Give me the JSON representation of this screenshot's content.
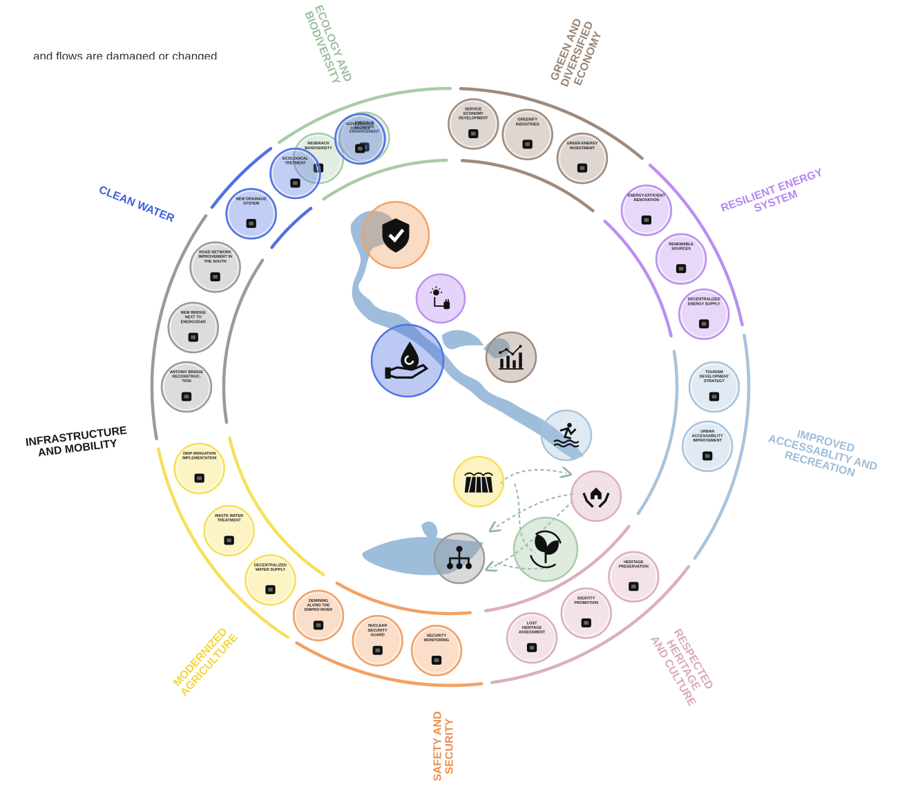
{
  "top_text": "and flows are damaged or changed",
  "categories": [
    {
      "id": "ecology",
      "lines": [
        "ECOLOGY AND",
        "BIODIVERSITY"
      ],
      "color": "#a9cba9",
      "label_color": "#9fbe9f",
      "items": [
        {
          "lines": [
            "RESERACH",
            "BIODIVERSITY"
          ],
          "icon": "magnifier-leaf-icon"
        },
        {
          "lines": [
            "EMERALD",
            "NETWORK",
            "ENHANCEMENT"
          ],
          "icon": "shield-leaf-icon"
        }
      ]
    },
    {
      "id": "economy",
      "lines": [
        "GREEN AND",
        "DIVERSIFIED",
        "ECONOMY"
      ],
      "color": "#a08a7c",
      "label_color": "#9a8474",
      "items": [
        {
          "lines": [
            "SERVICE",
            "ECONOMY",
            "DEVELOPMENT"
          ],
          "icon": "dollar-network-icon"
        },
        {
          "lines": [
            "GREENIFY",
            "INDUSTRIES"
          ],
          "icon": "factory-leaf-icon"
        },
        {
          "lines": [
            "GREEN ENERGY",
            "INVESTMENT"
          ],
          "icon": "coin-cycle-icon"
        }
      ]
    },
    {
      "id": "energy",
      "lines": [
        "RESILIENT ENERGY",
        "SYSTEM"
      ],
      "color": "#bb8ff0",
      "label_color": "#b587f0",
      "items": [
        {
          "lines": [
            "ENERGY-EFFICIENT",
            "RENOVATION"
          ],
          "icon": "house-cycle-icon"
        },
        {
          "lines": [
            "RENEWABLE",
            "SOURCES"
          ],
          "icon": "plug-bolt-icon"
        },
        {
          "lines": [
            "DECENTRALIZED",
            "ENERGY SUPPLY"
          ],
          "icon": "node-network-icon"
        }
      ]
    },
    {
      "id": "access",
      "lines": [
        "IMPROVED",
        "ACCESSABLITY AND",
        "RECREATION"
      ],
      "color": "#a8c4dc",
      "label_color": "#9ebcd8",
      "items": [
        {
          "lines": [
            "TOURISM",
            "DEVELOPMENT",
            "STRATEGY"
          ],
          "icon": "tag-icon"
        },
        {
          "lines": [
            "URBAN",
            "ACCESSABILITY",
            "IMPROVEMENT"
          ],
          "icon": "path-icon"
        }
      ]
    },
    {
      "id": "heritage",
      "lines": [
        "RESPECTED",
        "HERITAGE",
        "AND CULTURE"
      ],
      "color": "#dcaec0",
      "label_color": "#d9a9bd",
      "items": [
        {
          "lines": [
            "HERITAGE",
            "PRESERVATION"
          ],
          "icon": "building-cycle-icon"
        },
        {
          "lines": [
            "IDENTITY",
            "PROMOTION"
          ],
          "icon": "person-tree-icon"
        },
        {
          "lines": [
            "LOST",
            "HERITAGE",
            "ASSESSMENT"
          ],
          "icon": "clock-icon"
        }
      ]
    },
    {
      "id": "safety",
      "lines": [
        "SAFETY AND",
        "SECURITY"
      ],
      "color": "#f3a064",
      "label_color": "#f08c4c",
      "items": [
        {
          "lines": [
            "SECURITY",
            "MONITORING"
          ],
          "icon": "shield-lock-icon"
        },
        {
          "lines": [
            "NUCLEAR",
            "SECURITY",
            "GUARD"
          ],
          "icon": "radiation-icon"
        },
        {
          "lines": [
            "DEMINING",
            "ALONG THE",
            "DNIPRO RIVER"
          ],
          "icon": "warning-icon"
        }
      ]
    },
    {
      "id": "agriculture",
      "lines": [
        "MODERNIZED",
        "AGRICULTURE"
      ],
      "color": "#f6e05a",
      "label_color": "#f3d63c",
      "items": [
        {
          "lines": [
            "DECENTRALIZED",
            "WATER SUPPLY"
          ],
          "icon": "branch-icon"
        },
        {
          "lines": [
            "WASTE WATER",
            "TREATMENT"
          ],
          "icon": "rain-tank-icon"
        },
        {
          "lines": [
            "DRIP IRRIGATION",
            "IMPLEMENTATION"
          ],
          "icon": "drop-code-icon"
        }
      ]
    },
    {
      "id": "infrastructure",
      "lines": [
        "INFRASTRUCTURE",
        "AND MOBILITY"
      ],
      "color": "#9a9a9a",
      "label_color": "#1a1a1a",
      "items": [
        {
          "lines": [
            "ANTONIY BRIDGE",
            "RECONSTRUC-",
            "TION"
          ],
          "icon": "bridge-arch-icon"
        },
        {
          "lines": [
            "NEW BRIDGE",
            "NEXT TO",
            "ENERGODAR"
          ],
          "icon": "bridge-icon"
        },
        {
          "lines": [
            "ROAD NETWORK",
            "IMPROVEMENT IN",
            "THE SOUTH"
          ],
          "icon": "road-network-icon"
        }
      ]
    },
    {
      "id": "water",
      "lines": [
        "CLEAN WATER"
      ],
      "color": "#4f72e0",
      "label_color": "#3d5fd8",
      "items": [
        {
          "lines": [
            "NEW DRAINAGE",
            "SYSTEM"
          ],
          "icon": "pipe-icon"
        },
        {
          "lines": [
            "ECOLOGICAL",
            "TRETMENT"
          ],
          "icon": "drop-cycle-icon"
        },
        {
          "lines": [
            "GOVERNANCE",
            "CHANGES"
          ],
          "icon": "hands-drop-icon"
        }
      ]
    }
  ],
  "center_icons": [
    {
      "id": "security",
      "icon": "shield-check-icon",
      "color": "#f3a064"
    },
    {
      "id": "energy",
      "icon": "sun-plug-icon",
      "color": "#bb8ff0"
    },
    {
      "id": "water",
      "icon": "hand-drop-icon",
      "color": "#4f72e0"
    },
    {
      "id": "economy",
      "icon": "chart-icon",
      "color": "#a08a7c"
    },
    {
      "id": "recreation",
      "icon": "swimmer-icon",
      "color": "#a8c4dc"
    },
    {
      "id": "agriculture",
      "icon": "field-icon",
      "color": "#f6e05a"
    },
    {
      "id": "heritage",
      "icon": "hands-house-icon",
      "color": "#dcaec0"
    },
    {
      "id": "ecology",
      "icon": "leaf-cycle-icon",
      "color": "#a9cba9"
    },
    {
      "id": "infrastructure",
      "icon": "hierarchy-icon",
      "color": "#9a9a9a"
    }
  ]
}
